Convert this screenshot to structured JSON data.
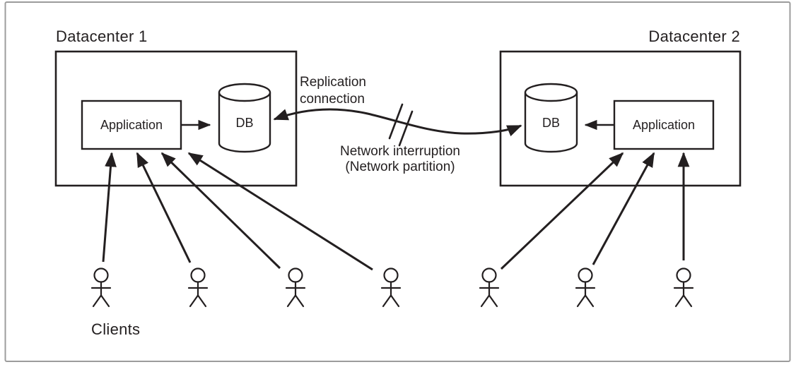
{
  "colors": {
    "line": "#231f20",
    "frame": "#9c9c9c",
    "background": "#ffffff"
  },
  "datacenter1": {
    "title": "Datacenter 1",
    "application": "Application",
    "db": "DB"
  },
  "datacenter2": {
    "title": "Datacenter 2",
    "application": "Application",
    "db": "DB"
  },
  "replication": {
    "label_line1": "Replication",
    "label_line2": "connection"
  },
  "interruption": {
    "line1": "Network interruption",
    "line2": "(Network partition)"
  },
  "clients": {
    "label": "Clients",
    "left_count": 4,
    "right_count": 3
  }
}
